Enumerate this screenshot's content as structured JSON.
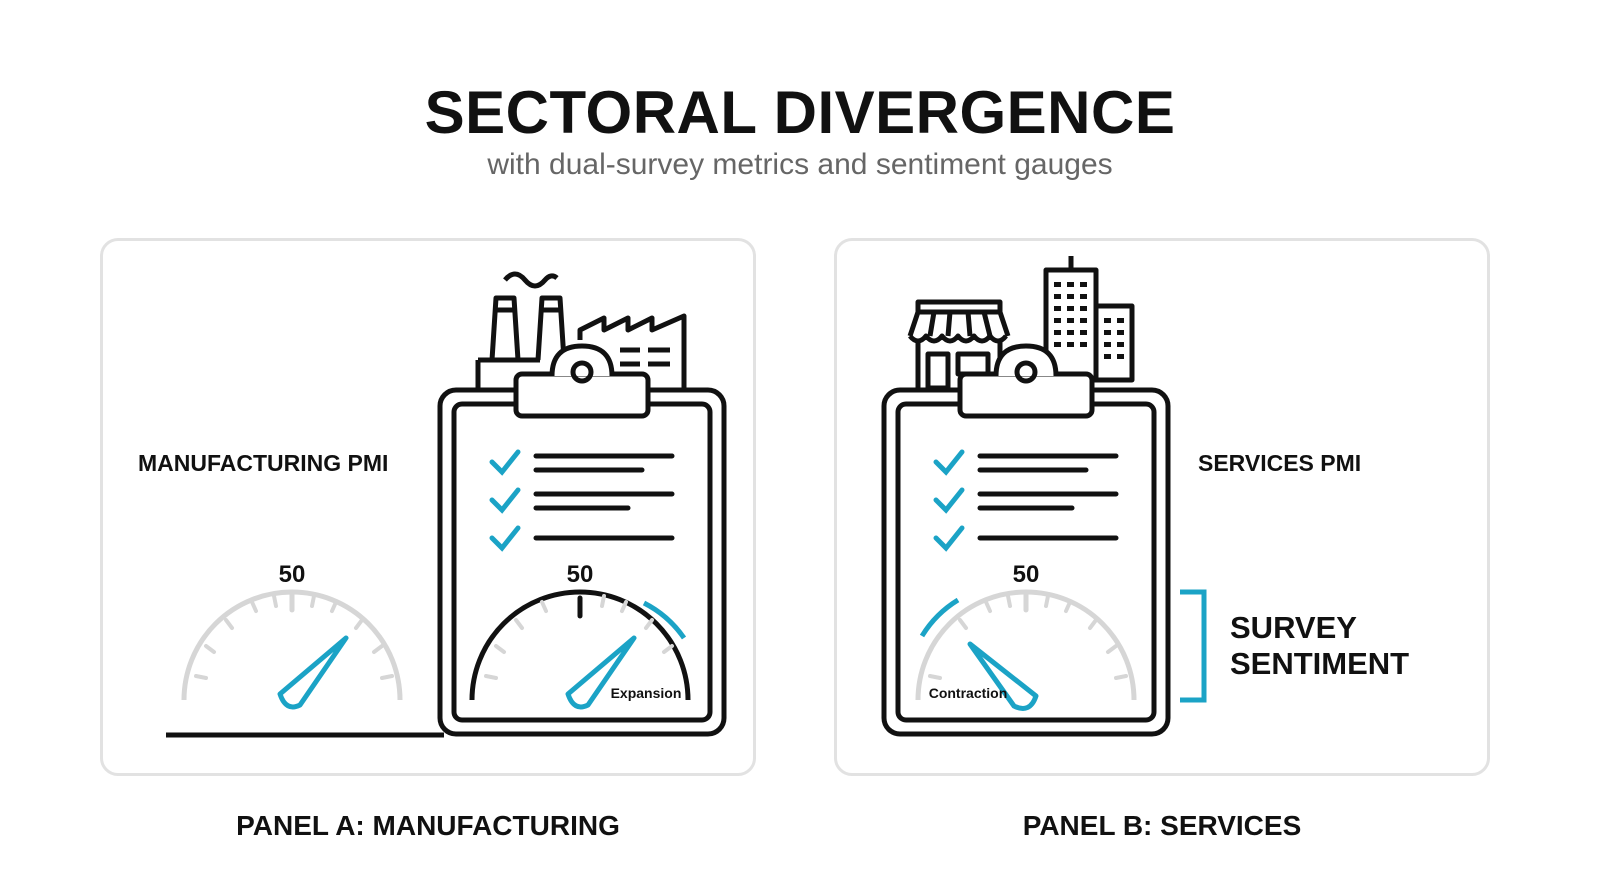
{
  "header": {
    "title": "SECTORAL DIVERGENCE",
    "subtitle": "with dual-survey metrics and sentiment gauges"
  },
  "panels": [
    {
      "caption": "PANEL A: MANUFACTURING",
      "metric_label": "MANUFACTURING PMI",
      "gauges": [
        {
          "center_label": "50",
          "state_label": ""
        },
        {
          "center_label": "50",
          "state_label": "Expansion"
        }
      ]
    },
    {
      "caption": "PANEL B: SERVICES",
      "metric_label": "SERVICES PMI",
      "gauges": [
        {
          "center_label": "50",
          "state_label": "Contraction"
        }
      ],
      "bracket_label_line1": "SURVEY",
      "bracket_label_line2": "SENTIMENT"
    }
  ],
  "icons": [
    "factory-icon",
    "clipboard-icon",
    "checkmark-icon",
    "gauge-icon",
    "storefront-icon",
    "office-building-icon",
    "bracket-icon"
  ],
  "colors": {
    "accent": "#1ba3c6",
    "ink": "#111111",
    "muted": "#d6d6d6",
    "border": "#e2e2e2",
    "subtitle": "#666666"
  }
}
